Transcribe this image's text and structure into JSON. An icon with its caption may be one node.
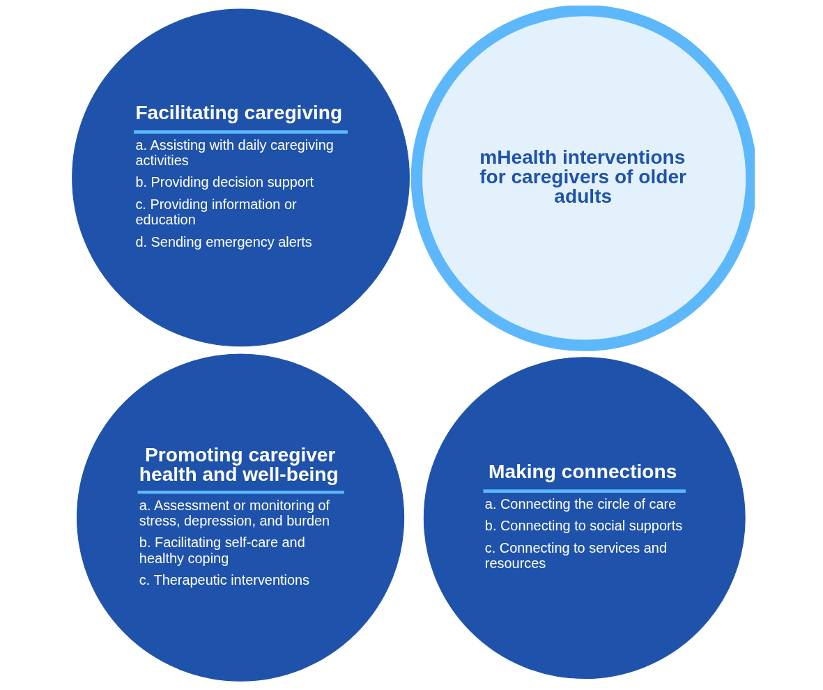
{
  "diagram": {
    "nodes": [
      {
        "text": [
          "mHealth interventions for caregivers of older adults"
        ]
      },
      {
        "text": [
          "Making connections",
          "a. Connecting the circle of care",
          "b. Connecting to social supports",
          "c. Connecting to services and resources"
        ]
      },
      {
        "text": [
          "Facilitating caregiving",
          "a. Assisting with daily caregiving activities",
          "b. Providing decision support",
          "c. Providing information or education",
          "d. Sending emergency alerts"
        ]
      },
      {
        "text": [
          "Promoting caregiver health and well-being",
          "a. Assessment or monitoring of stress, depression, and burden",
          "b. Facilitating self-care and healthy coping",
          "c. Therapeutic interventions"
        ]
      }
    ],
    "edges": []
  }
}
